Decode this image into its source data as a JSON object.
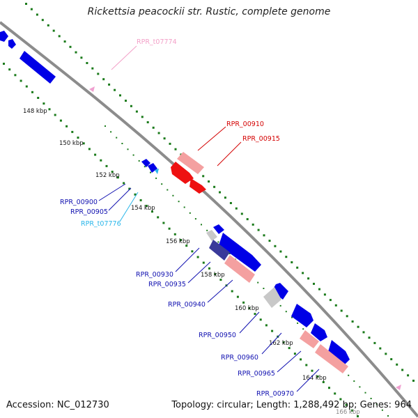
{
  "title": "Rickettsia peacockii str. Rustic, complete genome",
  "accession": "Accession: NC_012730",
  "topology": "Topology: circular; Length: 1,288,492 bp; Genes: 964",
  "colors": {
    "backbone": "#8c8c8c",
    "dots": "#1a7a1a",
    "cds": "#0000e6",
    "cds_dark": "#3a3a9a",
    "highlight_red": "#ee1111",
    "highlight_pink": "#f4a0a0",
    "grey": "#c8c8c8",
    "trna_cyan": "#29b6ea",
    "trna_pink": "#f0a0d0"
  },
  "ticks": [
    {
      "label": "148 kbp"
    },
    {
      "label": "150 kbp"
    },
    {
      "label": "152 kbp"
    },
    {
      "label": "154 kbp"
    },
    {
      "label": "156 kbp"
    },
    {
      "label": "158 kbp"
    },
    {
      "label": "160 kbp"
    },
    {
      "label": "162 kbp"
    },
    {
      "label": "164 kbp"
    },
    {
      "label": "166 kbp"
    }
  ],
  "gene_labels": [
    {
      "text": "RPR_t07774",
      "color": "#f3a0c8"
    },
    {
      "text": "RPR_00910",
      "color": "#d40000"
    },
    {
      "text": "RPR_00915",
      "color": "#d40000"
    },
    {
      "text": "RPR_00900",
      "color": "#1010b0"
    },
    {
      "text": "RPR_00905",
      "color": "#1010b0"
    },
    {
      "text": "RPR_t07776",
      "color": "#29b6ea"
    },
    {
      "text": "RPR_00930",
      "color": "#1010b0"
    },
    {
      "text": "RPR_00935",
      "color": "#1010b0"
    },
    {
      "text": "RPR_00940",
      "color": "#1010b0"
    },
    {
      "text": "RPR_00950",
      "color": "#1010b0"
    },
    {
      "text": "RPR_00960",
      "color": "#1010b0"
    },
    {
      "text": "RPR_00965",
      "color": "#1010b0"
    },
    {
      "text": "RPR_00970",
      "color": "#1010b0"
    }
  ]
}
